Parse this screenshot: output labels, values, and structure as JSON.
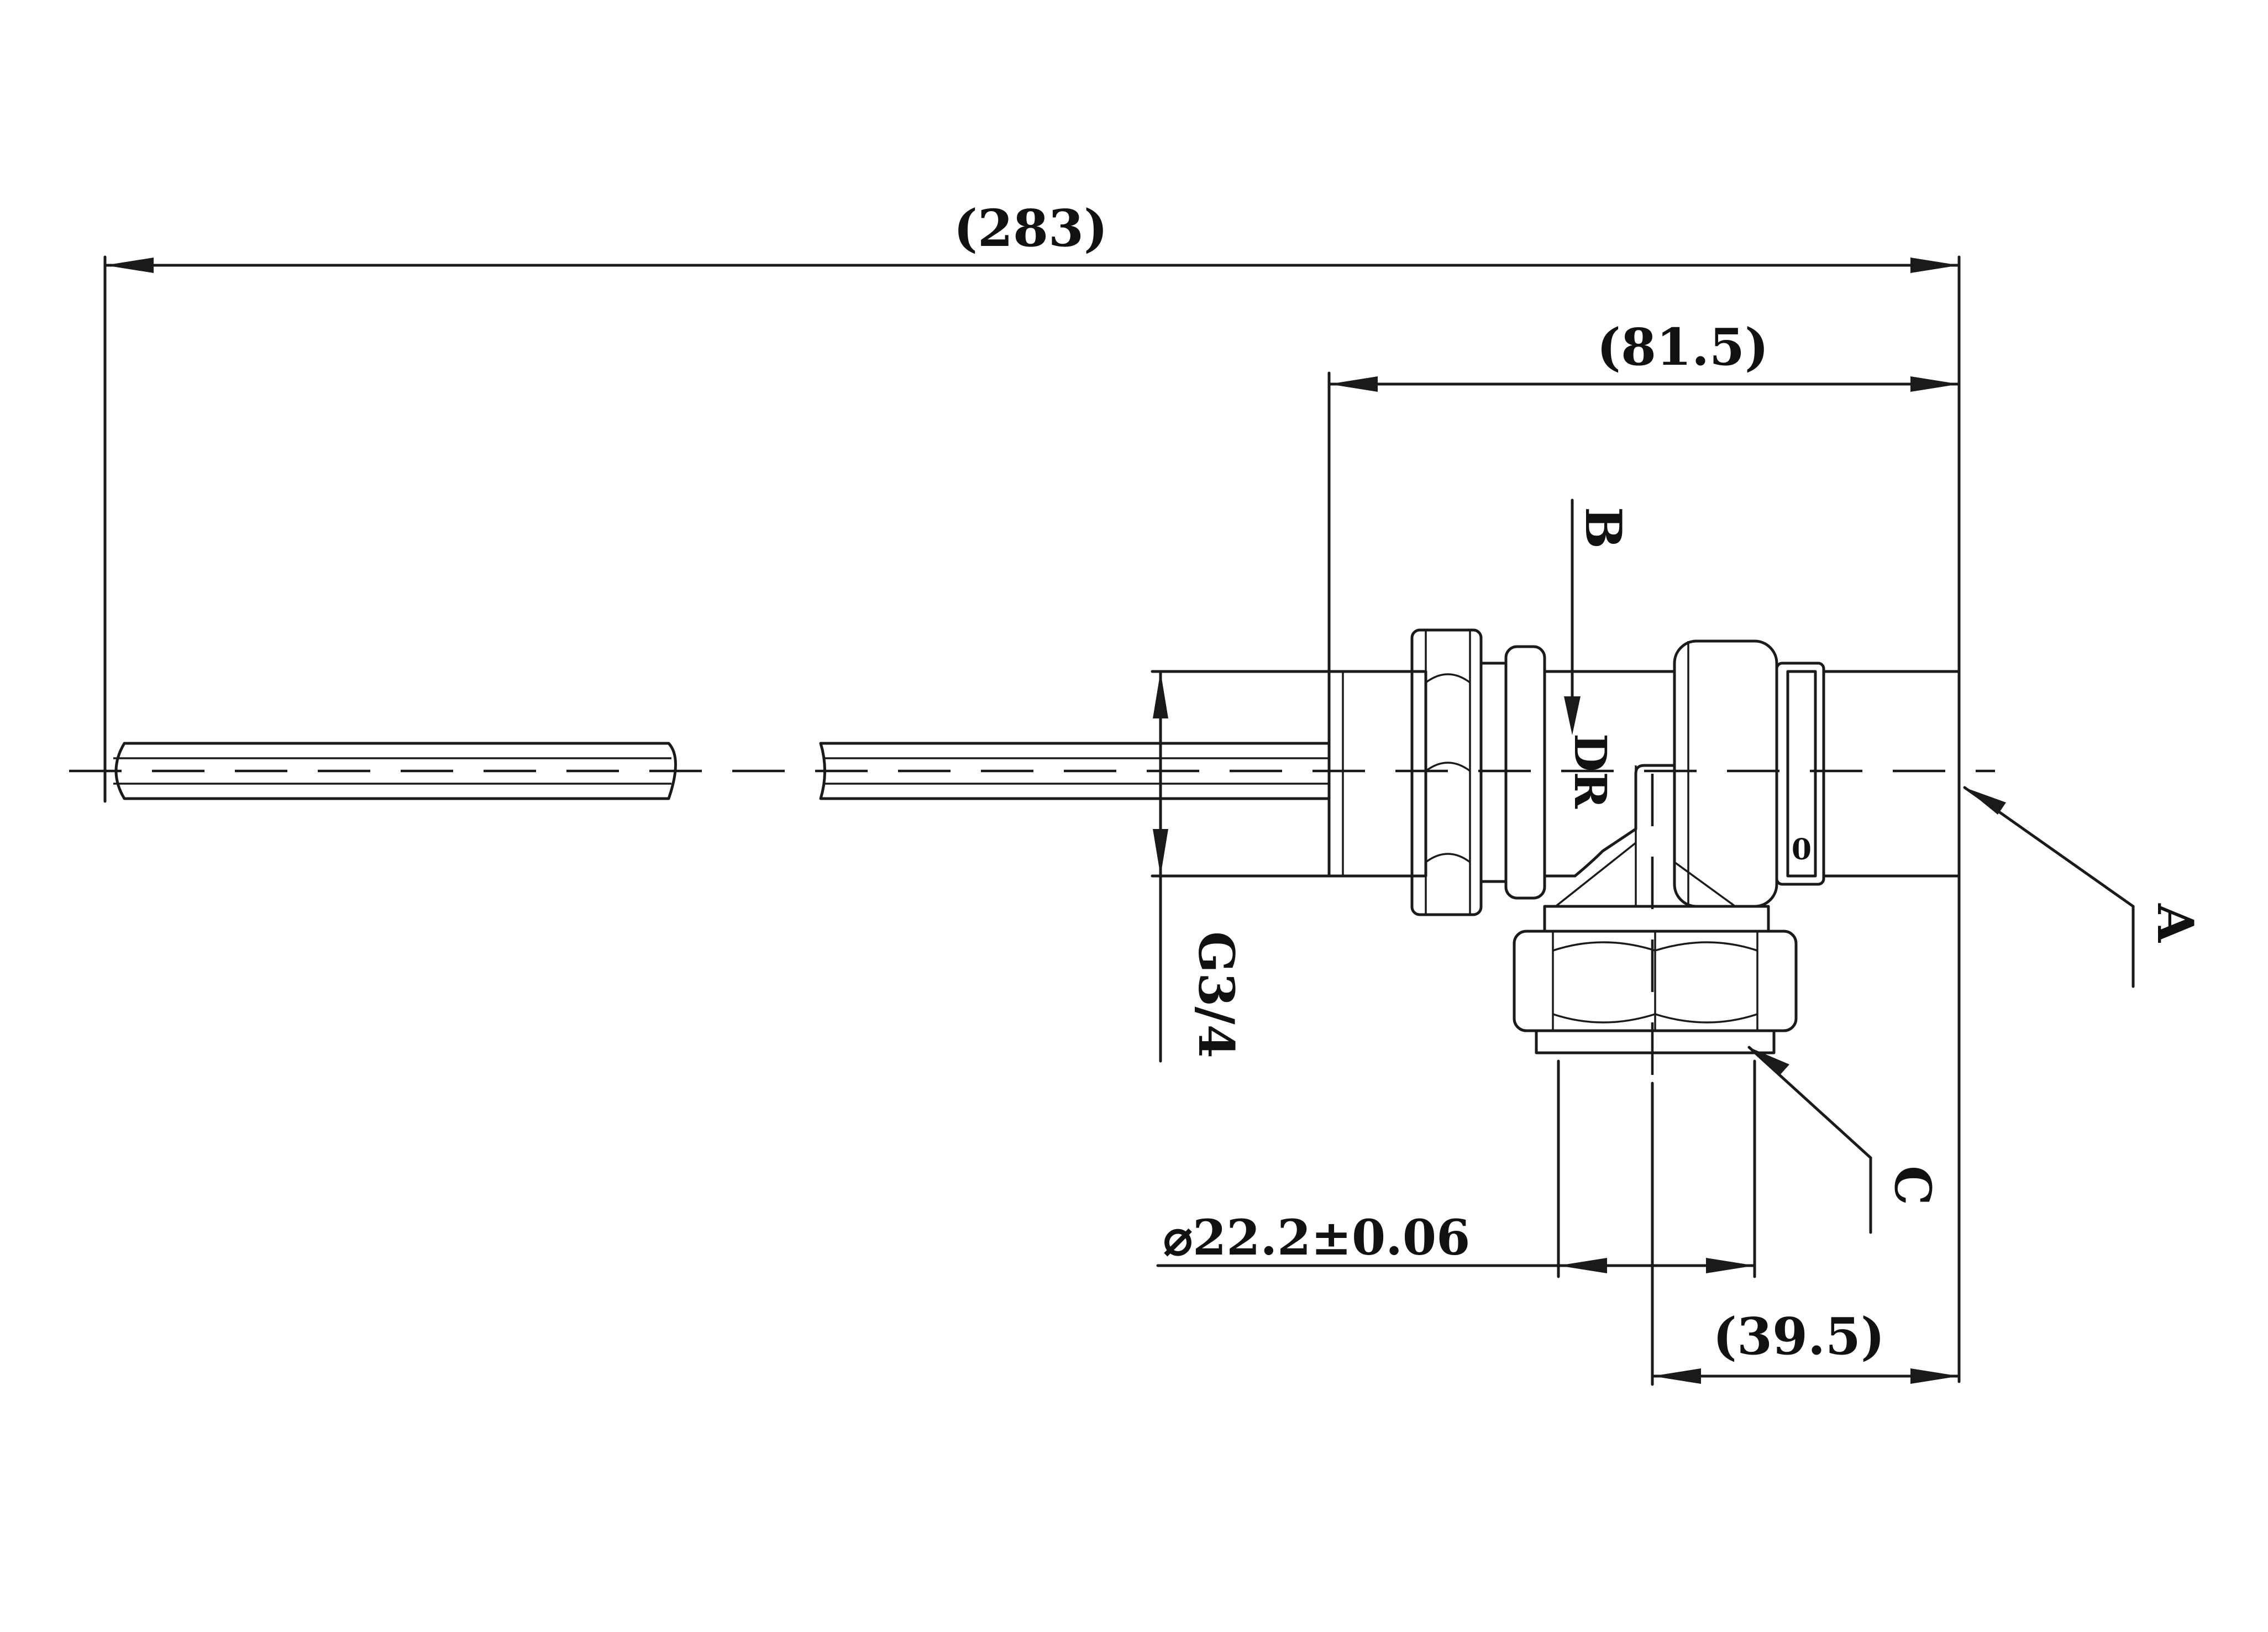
{
  "dimensions": {
    "overall_length": "(283)",
    "body_length": "(81.5)",
    "thread": "G3/4",
    "diameter": "⌀22.2±0.06",
    "outlet_offset": "(39.5)"
  },
  "callouts": {
    "a": "A",
    "b": "B",
    "c": "C"
  },
  "body_marking": "DR",
  "ring_marking": "0"
}
